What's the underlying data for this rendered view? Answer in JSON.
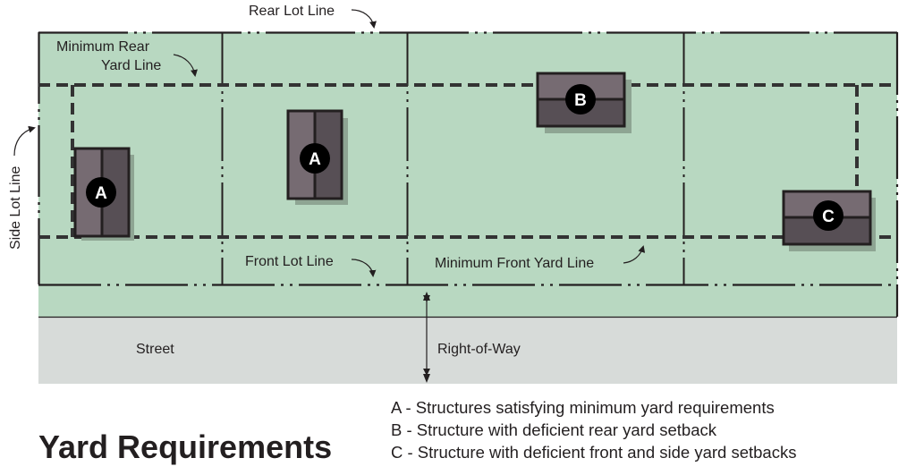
{
  "title": "Yard Requirements",
  "colors": {
    "lot_fill": "#b8d8c1",
    "street_fill": "#d7dbd9",
    "line": "#231f20",
    "dashed_line": "#333333",
    "building_light": "#766b72",
    "building_dark": "#574f55",
    "building_shadow": "#8ea593",
    "badge": "#000000"
  },
  "labels": {
    "rear_lot_line": "Rear Lot Line",
    "minimum_rear_yard_line_1": "Minimum Rear",
    "minimum_rear_yard_line_2": "Yard Line",
    "side_lot_line": "Side Lot Line",
    "front_lot_line": "Front Lot Line",
    "minimum_front_yard_line": "Minimum Front Yard Line",
    "street": "Street",
    "right_of_way": "Right-of-Way"
  },
  "structures": [
    {
      "id": "A",
      "lot": 1,
      "orientation": "vertical"
    },
    {
      "id": "A",
      "lot": 2,
      "orientation": "vertical"
    },
    {
      "id": "B",
      "lot": 3,
      "orientation": "horizontal"
    },
    {
      "id": "C",
      "lot": 4,
      "orientation": "horizontal"
    }
  ],
  "legend": [
    {
      "key": "A",
      "text": "A - Structures satisfying minimum yard requirements"
    },
    {
      "key": "B",
      "text": "B - Structure with deficient rear yard setback"
    },
    {
      "key": "C",
      "text": "C - Structure with deficient front and side yard setbacks"
    }
  ]
}
